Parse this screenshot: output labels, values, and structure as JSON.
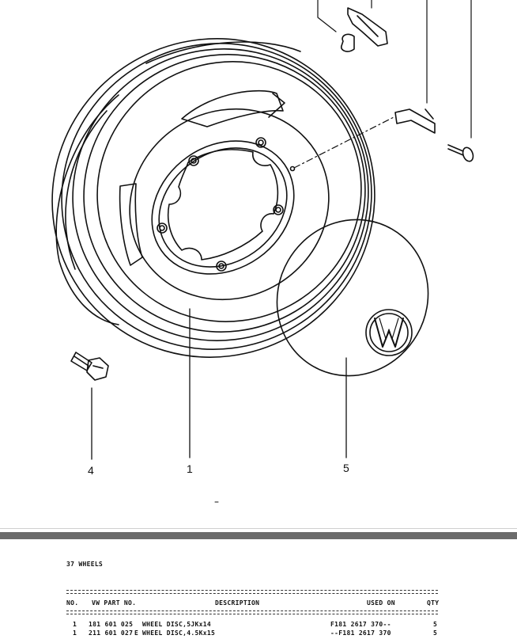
{
  "diagram": {
    "callouts": [
      "4",
      "1",
      "5"
    ],
    "emblem": "VW"
  },
  "parts_list": {
    "section_title": "37 WHEELS",
    "columns": {
      "no": "NO.",
      "part_no": "VW PART NO.",
      "description": "DESCRIPTION",
      "used_on": "USED ON",
      "qty": "QTY"
    },
    "rows": [
      {
        "no": "1",
        "part_no": "181 601 025",
        "flag": "",
        "description": "WHEEL DISC,5JKx14",
        "used_on": "F181 2617 370--",
        "qty": "5"
      },
      {
        "no": "1",
        "part_no": "211 601 027",
        "flag": "E",
        "description": "WHEEL DISC,4.5Kx15",
        "used_on": "--F181 2617 370",
        "qty": "5"
      }
    ]
  }
}
